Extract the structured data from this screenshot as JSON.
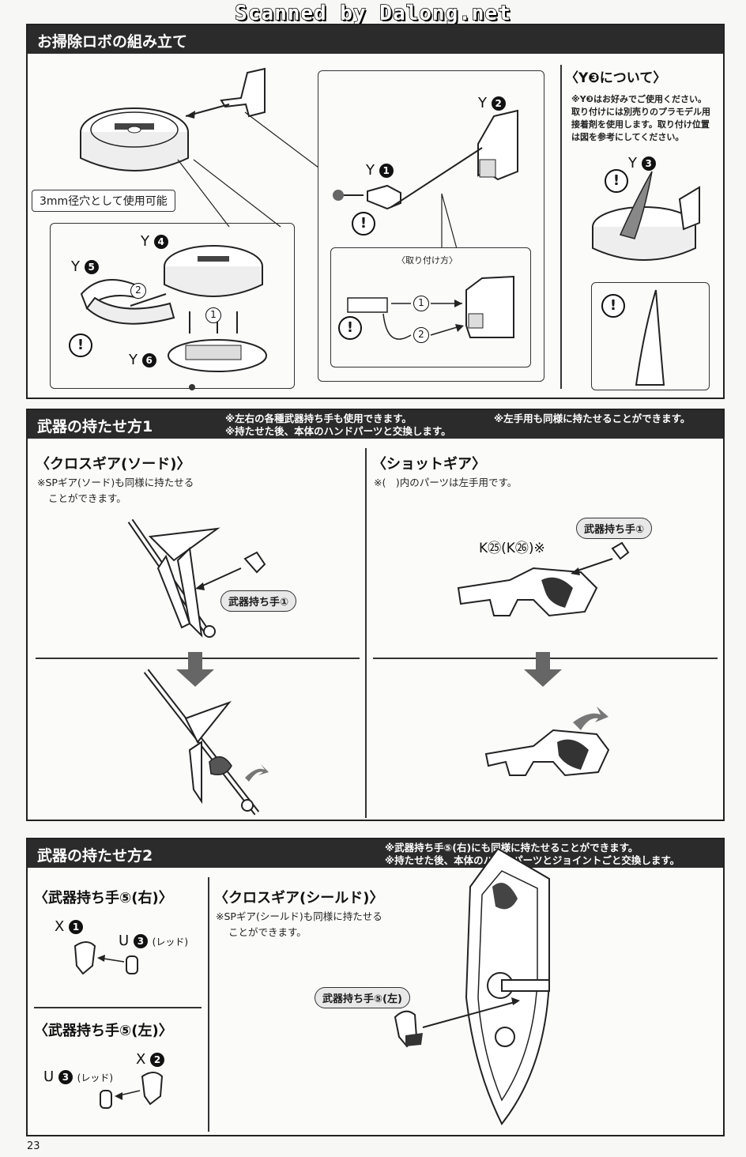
{
  "watermark": "Scanned by Dalong.net",
  "page_number": "23",
  "section1": {
    "title": "お掃除ロボの組み立て",
    "hole_callout": "3mm径穴として使用可能",
    "y_labels": {
      "y1": "Y",
      "y2": "Y",
      "y4": "Y",
      "y5": "Y",
      "y6": "Y"
    },
    "y_nums": {
      "y1": "1",
      "y2": "2",
      "y4": "4",
      "y5": "5",
      "y6": "6"
    },
    "attach_title": "〈取り付け方〉",
    "steps": {
      "s1": "1",
      "s2": "2"
    },
    "warn": "!",
    "y3_panel": {
      "heading": "〈Y❸について〉",
      "note": "※Y❸はお好みでご使用ください。取り付けには別売りのプラモデル用接着剤を使用します。取り付け位置は図を参考にしてください。",
      "label": "Y",
      "num": "3"
    }
  },
  "section2": {
    "title": "武器の持たせ方1",
    "note1": "※左右の各種武器持ち手も使用できます。",
    "note2": "※持たせた後、本体のハンドパーツと交換します。",
    "note3": "※左手用も同様に持たせることができます。",
    "left": {
      "heading": "〈クロスギア(ソード)〉",
      "note_line1": "※SPギア(ソード)も同様に持たせる",
      "note_line2": "ことができます。",
      "pill": "武器持ち手①"
    },
    "right": {
      "heading": "〈ショットギア〉",
      "note": "※(　)内のパーツは左手用です。",
      "pill": "武器持ち手①",
      "part_label": "K㉕(K㉖)※"
    }
  },
  "section3": {
    "title": "武器の持たせ方2",
    "note1": "※武器持ち手⑤(右)にも同様に持たせることができます。",
    "note2": "※持たせた後、本体のハンドパーツとジョイントごと交換します。",
    "right_hand": {
      "heading": "〈武器持ち手⑤(右)〉",
      "x_label": "X",
      "x_num": "1",
      "u_label": "U",
      "u_num": "3",
      "u_suffix": "(レッド)"
    },
    "left_hand": {
      "heading": "〈武器持ち手⑤(左)〉",
      "x_label": "X",
      "x_num": "2",
      "u_label": "U",
      "u_num": "3",
      "u_suffix": "(レッド)"
    },
    "shield": {
      "heading": "〈クロスギア(シールド)〉",
      "note_line1": "※SPギア(シールド)も同様に持たせる",
      "note_line2": "ことができます。",
      "pill": "武器持ち手⑤(左)"
    }
  }
}
